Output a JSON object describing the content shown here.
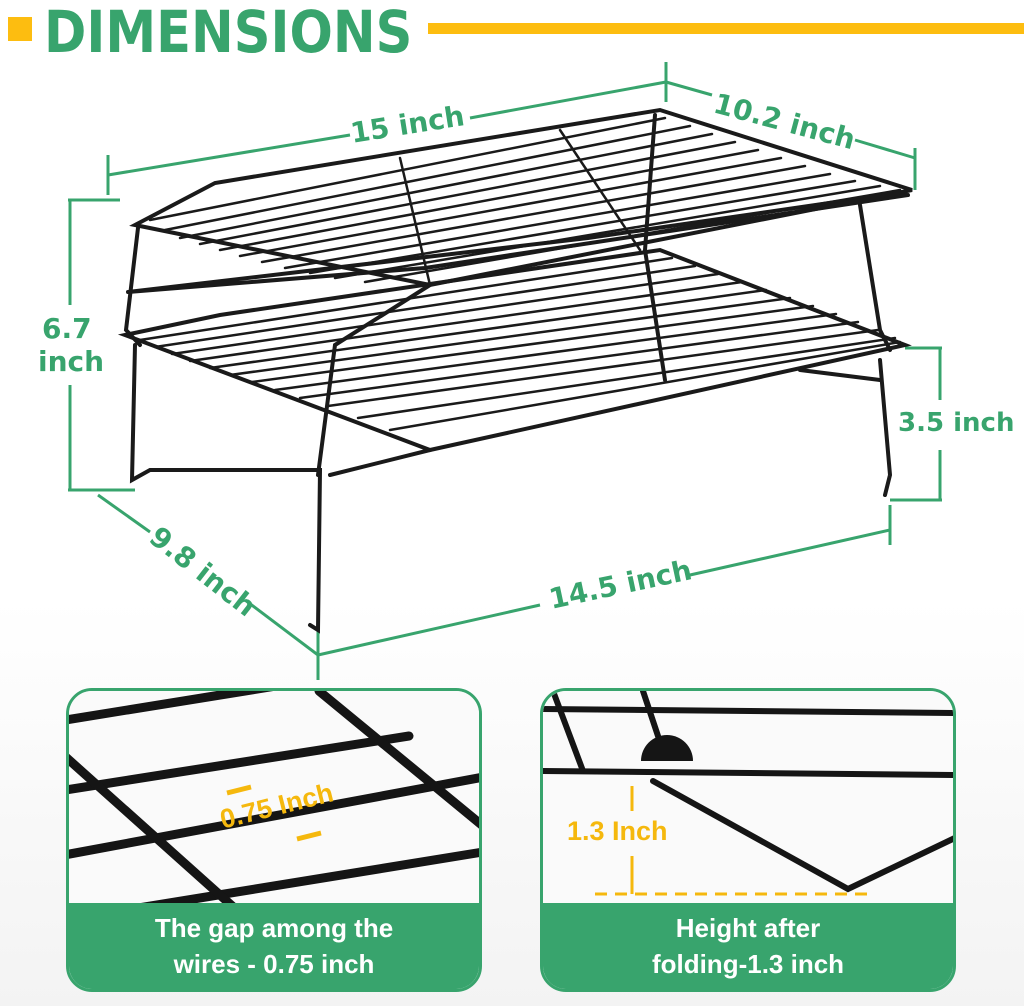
{
  "header": {
    "title": "DIMENSIONS"
  },
  "dimensions": {
    "top_length": "15 inch",
    "top_width": "10.2 inch",
    "total_height_value": "6.7",
    "total_height_unit": "inch",
    "bottom_height": "3.5 inch",
    "bottom_width": "9.8 inch",
    "bottom_length": "14.5 inch"
  },
  "cards": [
    {
      "measure_label": "0.75 Inch",
      "caption_line1": "The gap among the",
      "caption_line2": "wires - 0.75 inch"
    },
    {
      "measure_label": "1.3 Inch",
      "caption_line1": "Height after",
      "caption_line2": "folding-1.3 inch"
    }
  ],
  "colors": {
    "brand_green": "#38a46d",
    "accent_yellow": "#fdbd10",
    "wire_black": "#1a1a1a"
  }
}
